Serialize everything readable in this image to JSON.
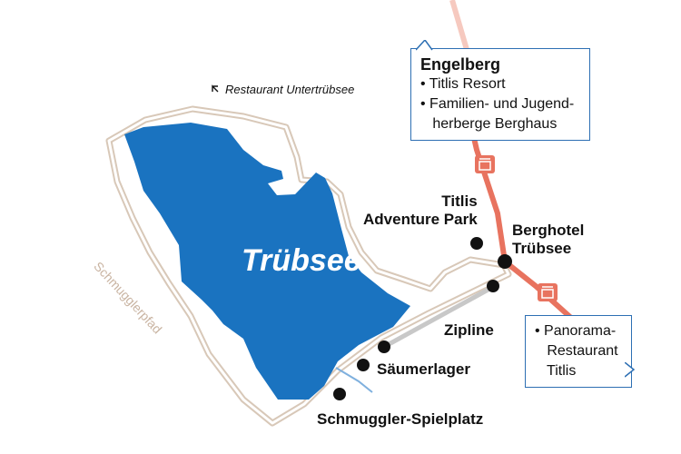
{
  "lake": {
    "name": "Trübsee",
    "color": "#1a73c0"
  },
  "trail": {
    "name": "Schmugglerpfad",
    "color": "#d8c8b8"
  },
  "cable_car": {
    "color": "#e8735f"
  },
  "zipline_color": "#c8c8c8",
  "points": {
    "restaurant_untertrubsee": "Restaurant Untertrübsee",
    "titlis_adventure_park": "Titlis\nAdventure Park",
    "berghotel_trubsee": "Berghotel\nTrübsee",
    "zipline": "Zipline",
    "saumerlager": "Säumerlager",
    "schmuggler_spielplatz": "Schmuggler-Spielplatz"
  },
  "engelberg_box": {
    "title": "Engelberg",
    "items": [
      "• Titlis Resort",
      "• Familien- und Jugend-\n   herberge Berghaus"
    ]
  },
  "panorama_box": {
    "items": [
      "• Panorama-\n   Restaurant\n   Titlis"
    ]
  }
}
